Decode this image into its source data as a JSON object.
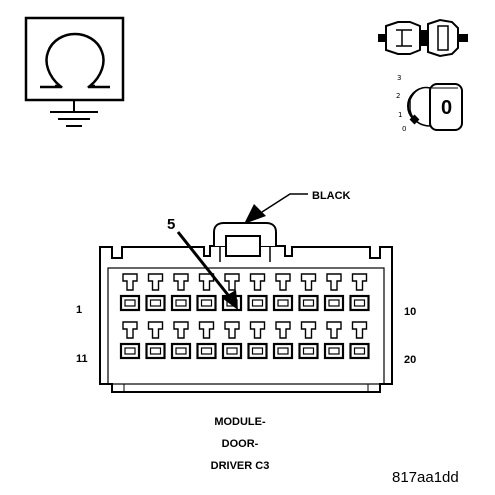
{
  "connector": {
    "color_label": "BLACK",
    "callout_pin": "5",
    "pin_label_top_left": "1",
    "pin_label_top_right": "10",
    "pin_label_bottom_left": "11",
    "pin_label_bottom_right": "20",
    "title_line1": "MODULE-",
    "title_line2": "DOOR-",
    "title_line3": "DRIVER C3",
    "pins_per_row": 10,
    "rows": 2
  },
  "ground_symbol": {
    "icon": "ohm-ground-icon"
  },
  "ignition_switch": {
    "icon": "ignition-key-icon",
    "positions": [
      "3",
      "2",
      "1",
      "0"
    ],
    "key_label": "0"
  },
  "figure_id": "817aa1dd"
}
